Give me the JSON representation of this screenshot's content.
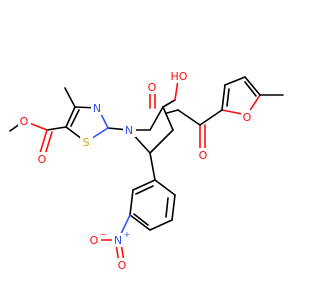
{
  "molecule": {
    "colors": {
      "C": "#000000",
      "O": "#ff0d0d",
      "N": "#3050f8",
      "S": "#c8a800"
    },
    "atoms": [
      {
        "id": "o_hydroxyl",
        "label": "HO",
        "element": "O"
      },
      {
        "id": "o_lactam",
        "label": "O",
        "element": "O"
      },
      {
        "id": "o_ketone",
        "label": "O",
        "element": "O"
      },
      {
        "id": "o_furan",
        "label": "O",
        "element": "O"
      },
      {
        "id": "o_ester_carbonyl",
        "label": "O",
        "element": "O"
      },
      {
        "id": "o_ester_ether",
        "label": "O",
        "element": "O"
      },
      {
        "id": "n_pyrrole",
        "label": "N",
        "element": "N"
      },
      {
        "id": "n_thiazole",
        "label": "N",
        "element": "N"
      },
      {
        "id": "s_thiazole",
        "label": "S",
        "element": "S"
      },
      {
        "id": "n_nitro",
        "label": "N",
        "element": "N"
      },
      {
        "id": "n_nitro_charge",
        "label": "+",
        "element": "N"
      },
      {
        "id": "o_nitro_a",
        "label": "O",
        "element": "O"
      },
      {
        "id": "o_nitro_b",
        "label": "O",
        "element": "O"
      },
      {
        "id": "o_nitro_charge",
        "label": "−",
        "element": "O"
      }
    ]
  }
}
